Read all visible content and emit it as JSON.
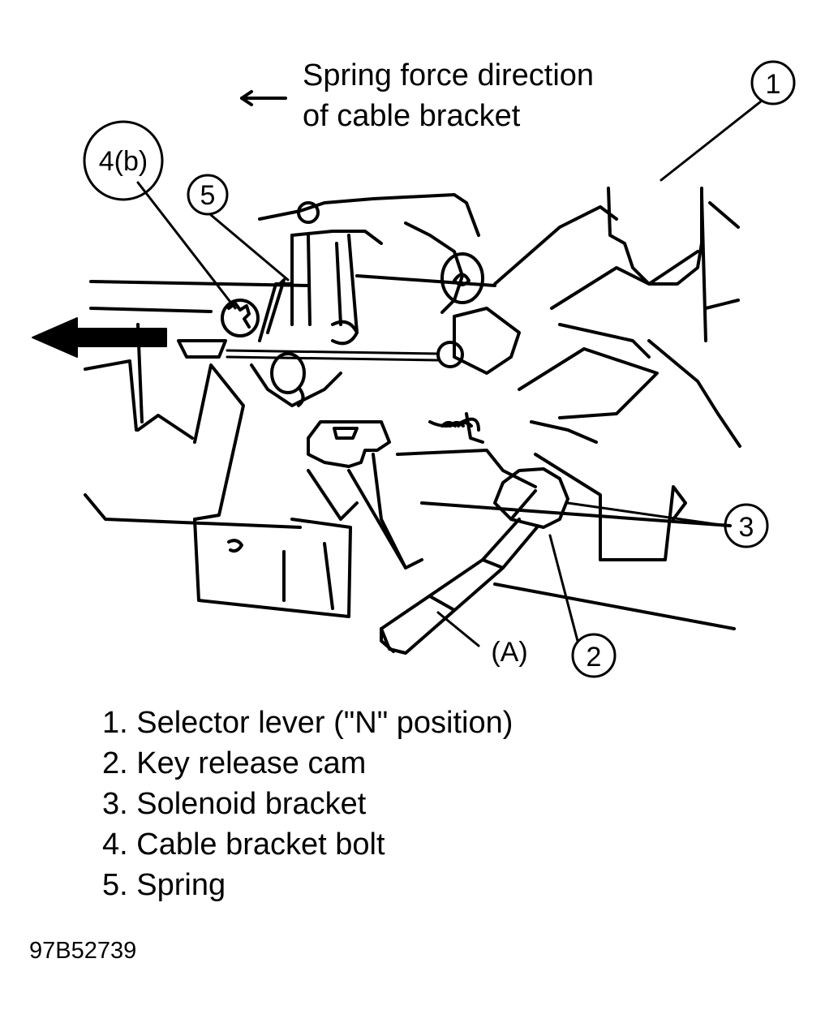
{
  "annotation": {
    "direction_line1": "Spring force direction",
    "direction_line2": "of cable bracket"
  },
  "callouts": {
    "c1": "1",
    "c2": "2",
    "c3": "3",
    "c4b": "4(b)",
    "c5": "5",
    "cA": "(A)"
  },
  "legend": [
    "1. Selector lever (\"N\" position)",
    "2. Key release cam",
    "3. Solenoid bracket",
    "4. Cable bracket bolt",
    "5. Spring"
  ],
  "figure_id": "97B52739"
}
